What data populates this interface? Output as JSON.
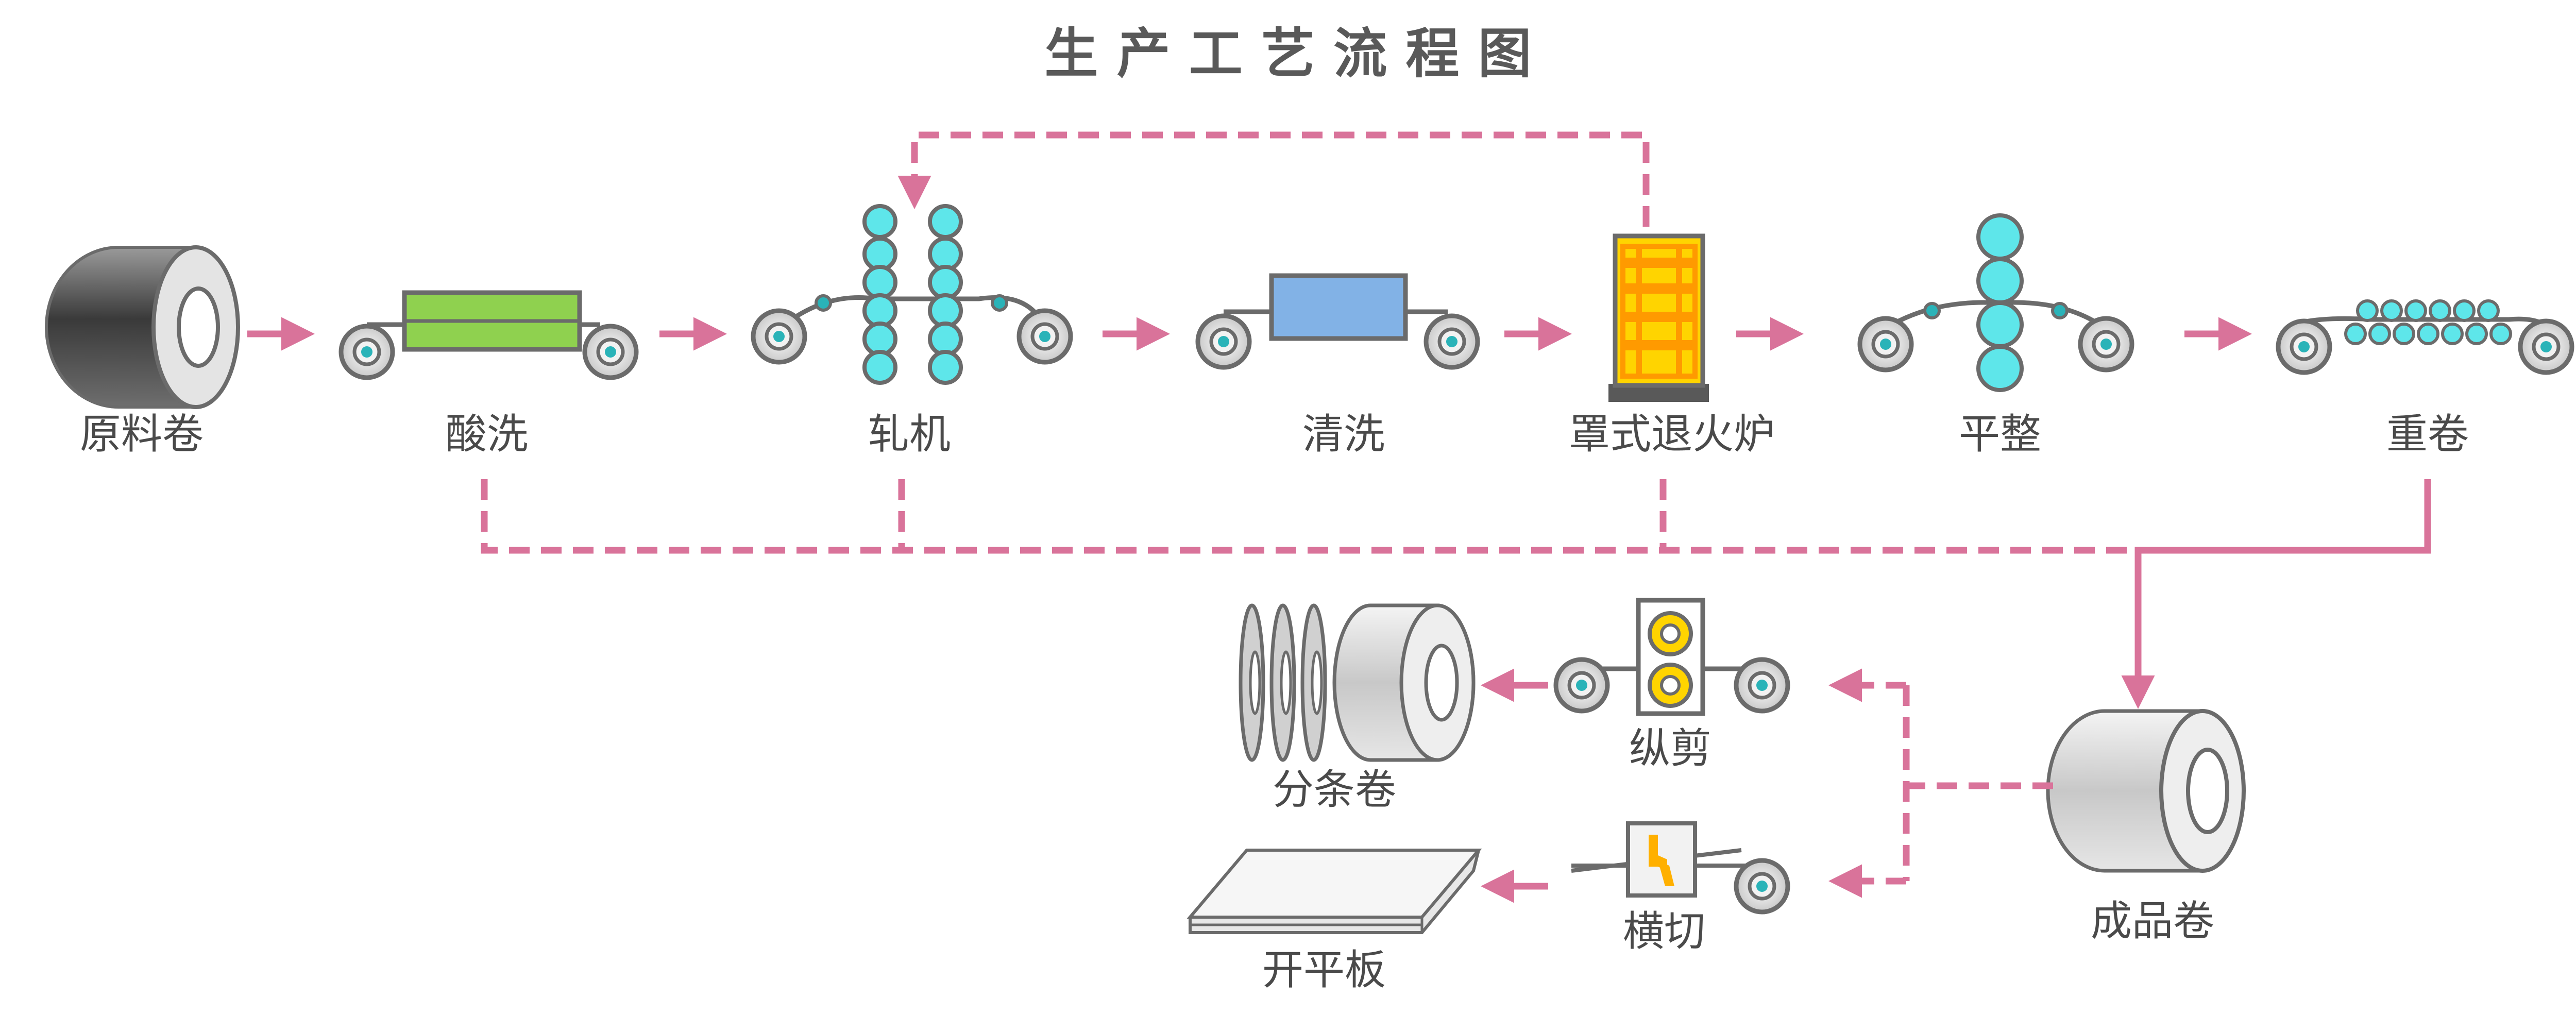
{
  "title": "生 产 工 艺 流 程 图",
  "steps": {
    "raw_coil": "原料卷",
    "pickling": "酸洗",
    "rolling": "轧机",
    "cleaning": "清洗",
    "annealing": "罩式退火炉",
    "leveling": "平整",
    "rewinding": "重卷",
    "finished_coil": "成品卷",
    "slitting": "纵剪",
    "cross_cut": "横切",
    "slit_coil": "分条卷",
    "flat_sheet": "开平板"
  },
  "colors": {
    "arrow": "#d9739a",
    "pickling_tank": "#8fd14f",
    "cleaning_tank": "#82b2e6",
    "roll": "#5ee6ea",
    "furnace": "#ffd400",
    "furnace_bars": "#ff9a00",
    "outline": "#6b6b6b"
  }
}
